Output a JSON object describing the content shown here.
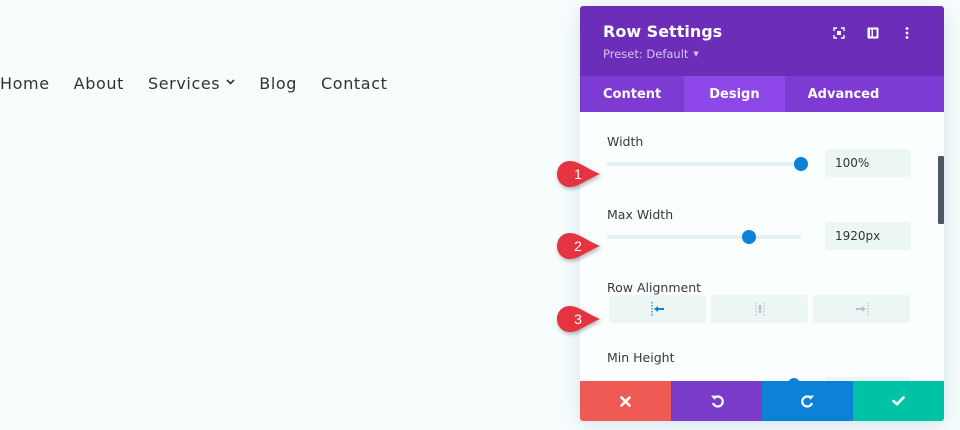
{
  "nav": {
    "items": [
      {
        "label": "Home"
      },
      {
        "label": "About"
      },
      {
        "label": "Services",
        "has_dropdown": true,
        "chevron": "⌄"
      },
      {
        "label": "Blog"
      },
      {
        "label": "Contact"
      }
    ]
  },
  "panel": {
    "title": "Row Settings",
    "preset_label": "Preset: Default",
    "preset_caret": "▼",
    "header_icons": [
      "focus-icon",
      "split-view-icon",
      "more-vertical-icon"
    ],
    "tabs": [
      {
        "label": "Content",
        "active": false
      },
      {
        "label": "Design",
        "active": true
      },
      {
        "label": "Advanced",
        "active": false
      }
    ],
    "fields": {
      "width": {
        "label": "Width",
        "value": "100%",
        "slider_fraction": 1.0
      },
      "max_width": {
        "label": "Max Width",
        "value": "1920px",
        "slider_fraction": 0.73
      },
      "row_alignment": {
        "label": "Row Alignment",
        "options": [
          "align-left",
          "align-center",
          "align-right"
        ],
        "selected": "align-left"
      },
      "min_height": {
        "label": "Min Height"
      }
    },
    "footer_buttons": [
      {
        "name": "cancel",
        "icon": "close-icon",
        "color": "#ef5a55"
      },
      {
        "name": "undo",
        "icon": "undo-icon",
        "color": "#7b3bc9"
      },
      {
        "name": "redo",
        "icon": "redo-icon",
        "color": "#0c81d8"
      },
      {
        "name": "save",
        "icon": "check-icon",
        "color": "#00c2a5"
      }
    ]
  },
  "annotations": [
    {
      "number": "1"
    },
    {
      "number": "2"
    },
    {
      "number": "3"
    }
  ],
  "colors": {
    "header": "#6c2eb9",
    "tabs": "#7d3bd4",
    "active_tab": "#8e48ea",
    "accent": "#0c81d8",
    "badge": "#e5333f"
  }
}
